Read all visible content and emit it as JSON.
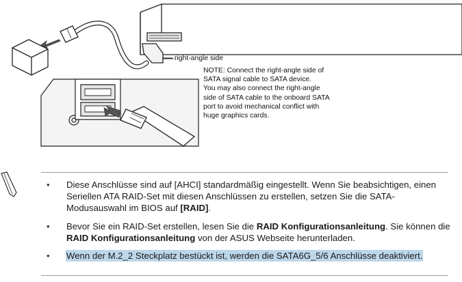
{
  "diagram": {
    "side_label": "right-angle side",
    "note_lines": [
      "NOTE: Connect the right-angle side of",
      "SATA signal cable to SATA device.",
      "You may also connect the right-angle",
      "side of SATA cable to the onboard SATA",
      "port to avoid mechanical conflict with",
      "huge graphics cards."
    ]
  },
  "notes": {
    "items": [
      {
        "parts": [
          {
            "t": "Diese Anschlüsse sind auf [AHCI] standardmäßig eingestellt. Wenn Sie beabsichtigen, einen Seriellen ATA RAID-Set mit diesen Anschlüssen zu erstellen, setzen Sie die SATA-Modusauswahl im BIOS auf "
          },
          {
            "t": "[RAID]",
            "b": true
          },
          {
            "t": "."
          }
        ]
      },
      {
        "parts": [
          {
            "t": "Bevor Sie ein RAID-Set erstellen, lesen Sie die "
          },
          {
            "t": "RAID Konfigurationsanleitung",
            "b": true
          },
          {
            "t": ". Sie können die "
          },
          {
            "t": "RAID Konfigurationsanleitung",
            "b": true
          },
          {
            "t": " von der ASUS Webseite herunterladen."
          }
        ]
      },
      {
        "highlight": true,
        "parts": [
          {
            "t": "Wenn der M.2_2 Steckplatz bestückt ist, werden die SATA6G_5/6 Anschlüsse deaktiviert."
          }
        ]
      }
    ]
  }
}
